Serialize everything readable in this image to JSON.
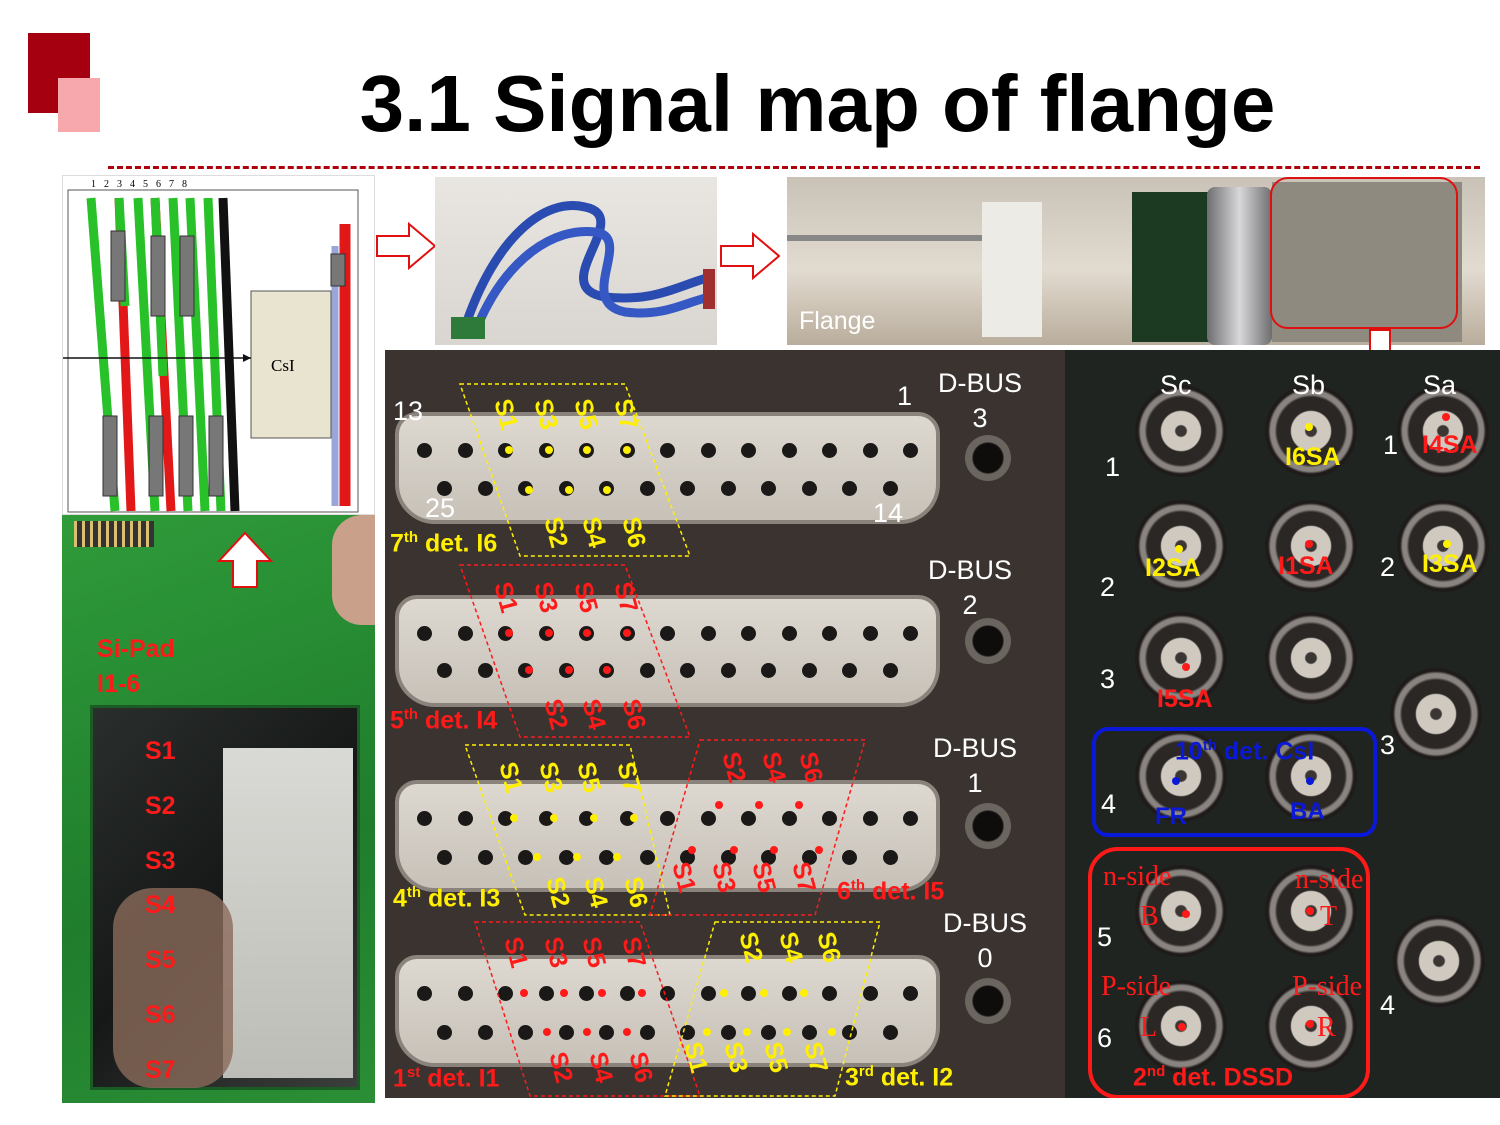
{
  "title": "3.1 Signal map of flange",
  "diagram": {
    "numbers": [
      "1",
      "2",
      "3",
      "4",
      "5",
      "6",
      "7",
      "8"
    ],
    "csi_label": "CsI"
  },
  "flange_label": "Flange",
  "pcb": {
    "name_line1": "Si-Pad",
    "name_line2": "I1-6",
    "strips": [
      "S1",
      "S2",
      "S3",
      "S4",
      "S5",
      "S6",
      "S7"
    ]
  },
  "dsub": {
    "pin_labels": {
      "top_left": "13",
      "top_right": "1",
      "bottom_left": "25",
      "bottom_right": "14"
    },
    "buses": [
      {
        "name": "D-BUS",
        "num": "3"
      },
      {
        "name": "D-BUS",
        "num": "2"
      },
      {
        "name": "D-BUS",
        "num": "1"
      },
      {
        "name": "D-BUS",
        "num": "0"
      }
    ],
    "groups": [
      {
        "color": "#ffef00",
        "top": [
          "S1",
          "S3",
          "S5",
          "S7"
        ],
        "bottom": [
          "S2",
          "S4",
          "S6"
        ],
        "det": {
          "ord": "7",
          "sup": "th",
          "rest": " det. I6"
        }
      },
      {
        "color": "#ff1a1a",
        "top": [
          "S1",
          "S3",
          "S5",
          "S7"
        ],
        "bottom": [
          "S2",
          "S4",
          "S6"
        ],
        "det": {
          "ord": "5",
          "sup": "th",
          "rest": " det. I4"
        }
      },
      {
        "color": "#ffef00",
        "top": [
          "S1",
          "S3",
          "S5",
          "S7"
        ],
        "bottom": [
          "S2",
          "S4",
          "S6"
        ],
        "det": {
          "ord": "4",
          "sup": "th",
          "rest": " det. I3"
        }
      },
      {
        "color": "#ff1a1a",
        "top": [
          "S2",
          "S4",
          "S6"
        ],
        "bottom": [
          "S1",
          "S3",
          "S5",
          "S7"
        ],
        "det": {
          "ord": "6",
          "sup": "th",
          "rest": " det. I5"
        }
      },
      {
        "color": "#ff1a1a",
        "top": [
          "S1",
          "S3",
          "S5",
          "S7"
        ],
        "bottom": [
          "S2",
          "S4",
          "S6"
        ],
        "det": {
          "ord": "1",
          "sup": "st",
          "rest": " det. I1"
        }
      },
      {
        "color": "#ffef00",
        "top": [
          "S2",
          "S4",
          "S6"
        ],
        "bottom": [
          "S1",
          "S3",
          "S5",
          "S7"
        ],
        "det": {
          "ord": "3",
          "sup": "rd",
          "rest": " det. I2"
        }
      }
    ]
  },
  "bnc": {
    "columns": [
      "Sc",
      "Sb",
      "Sa"
    ],
    "left_rows": [
      "1",
      "2",
      "3",
      "4",
      "5",
      "6"
    ],
    "right_rows": [
      "1",
      "2",
      "3",
      "4"
    ],
    "signals": {
      "I6SA": "I6SA",
      "I4SA": "I4SA",
      "I2SA": "I2SA",
      "I1SA": "I1SA",
      "I3SA": "I3SA",
      "I5SA": "I5SA"
    },
    "csi": {
      "ord": "10",
      "sup": "th",
      "rest": " det. CsI",
      "fr": "FR",
      "ba": "BA"
    },
    "dssd": {
      "n_side": "n-side",
      "p_side": "P-side",
      "b": "B",
      "t": "T",
      "l": "L",
      "r": "R",
      "ord": "2",
      "sup": "nd",
      "rest": " det. DSSD"
    }
  },
  "colors": {
    "accent": "#a50010",
    "yellow": "#ffef00",
    "red": "#ff1a1a",
    "blue": "#0a18d8"
  }
}
